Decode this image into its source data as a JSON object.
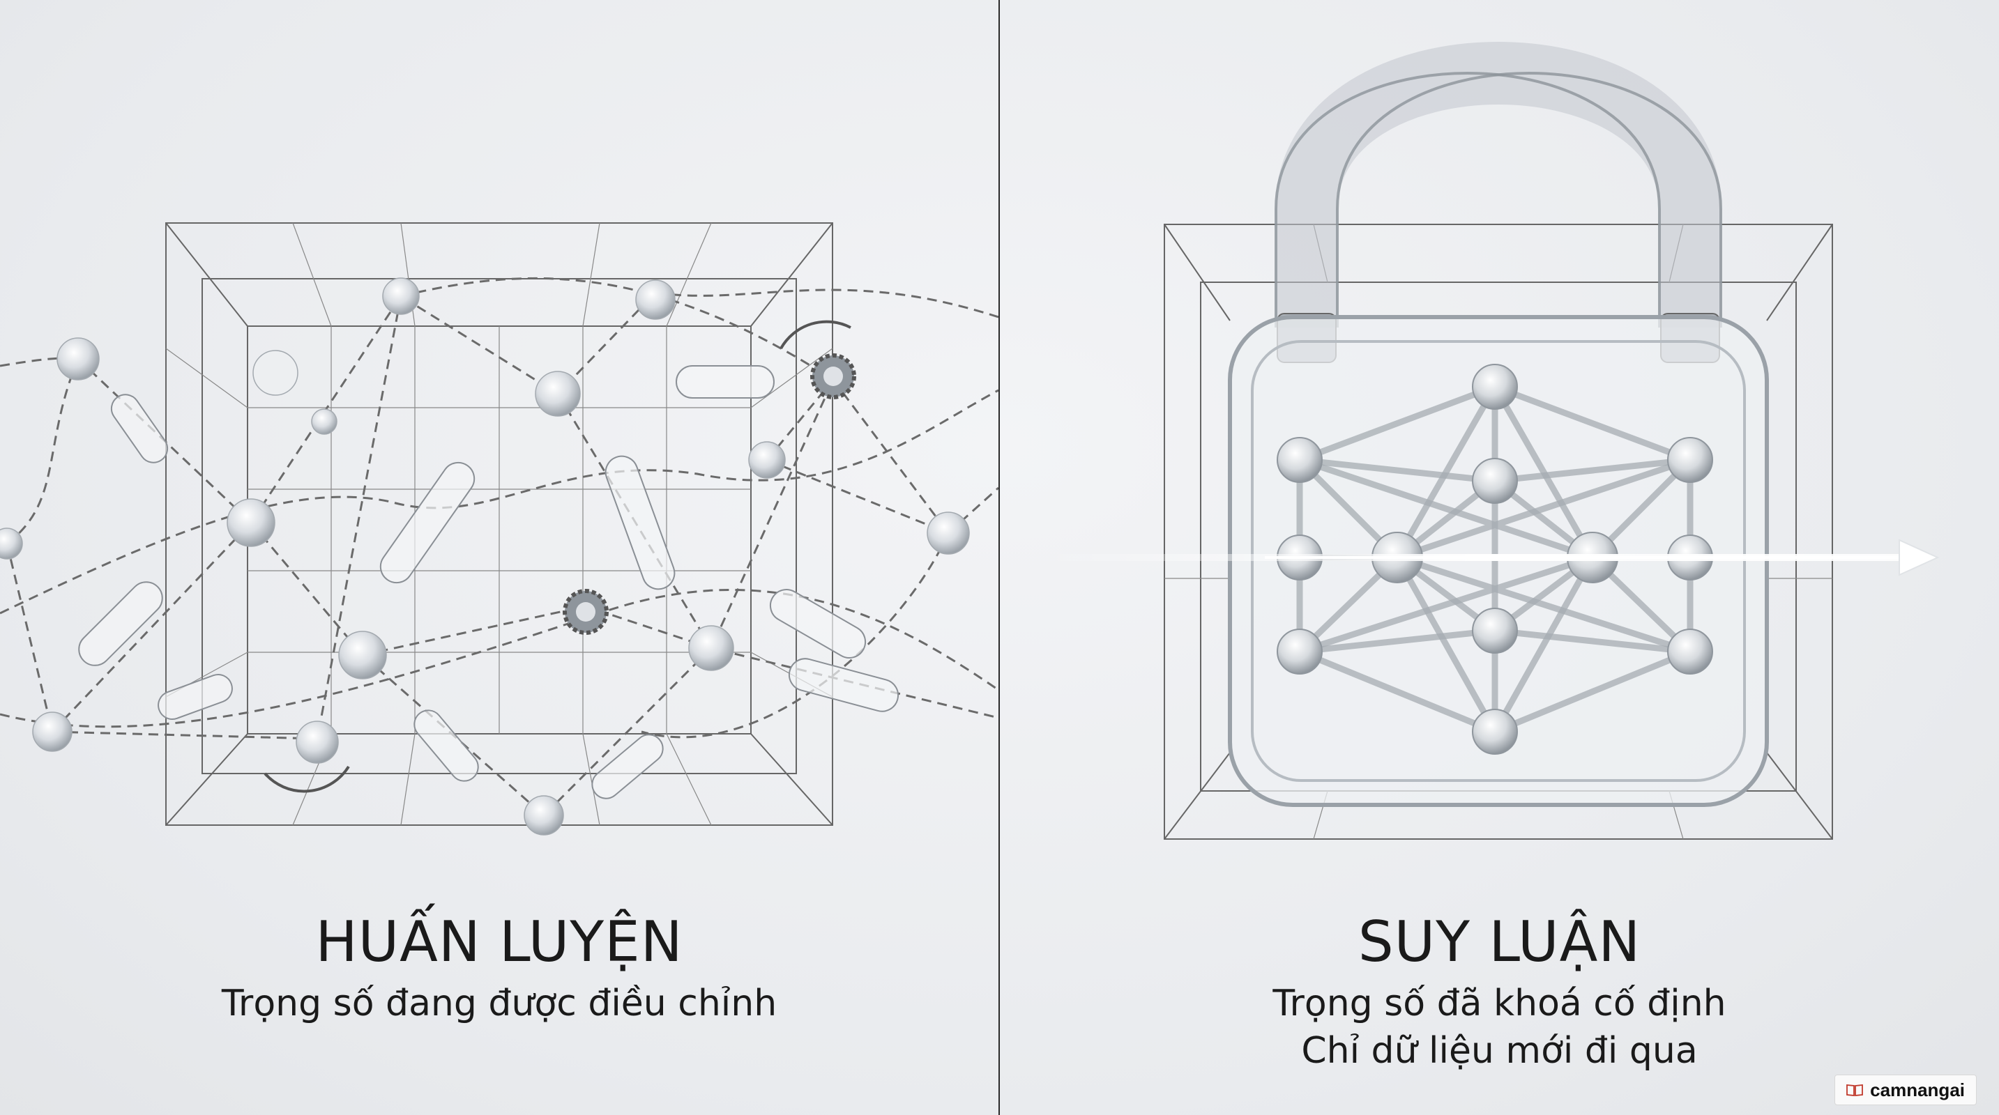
{
  "left": {
    "title": "HUẤN LUYỆN",
    "subtitle": "Trọng số đang được điều chỉnh"
  },
  "right": {
    "title": "SUY LUẬN",
    "subtitle_line1": "Trọng số đã khoá cố định",
    "subtitle_line2": "Chỉ dữ liệu mới đi qua"
  },
  "watermark": {
    "text": "camnangai",
    "icon": "book-icon"
  },
  "colors": {
    "background": "#eceef1",
    "line": "#555555",
    "text": "#1a1a1a",
    "divider": "#2a2a2a"
  }
}
